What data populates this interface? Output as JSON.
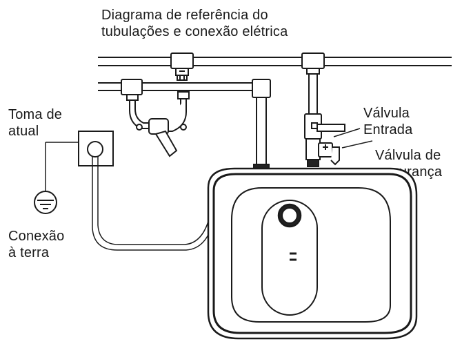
{
  "title": {
    "line1": "Diagrama de referência do",
    "line2": "tubulações e conexão elétrica"
  },
  "labels": {
    "socket": {
      "line1": "Toma de",
      "line2": "atual"
    },
    "ground": {
      "line1": "Conexão",
      "line2": "à terra"
    },
    "valve": {
      "line1": "Válvula",
      "line2": "Entrada"
    },
    "safety_valve": {
      "line1": "Válvula de",
      "line2": "segurança"
    }
  },
  "colors": {
    "line": "#1a1a1a",
    "fill": "#ffffff",
    "accent_dark": "#222222"
  },
  "icons": [
    "ground-symbol-icon",
    "power-socket-icon",
    "water-heater-icon",
    "mixing-valve-icon",
    "inlet-valve-icon",
    "safety-valve-icon"
  ]
}
